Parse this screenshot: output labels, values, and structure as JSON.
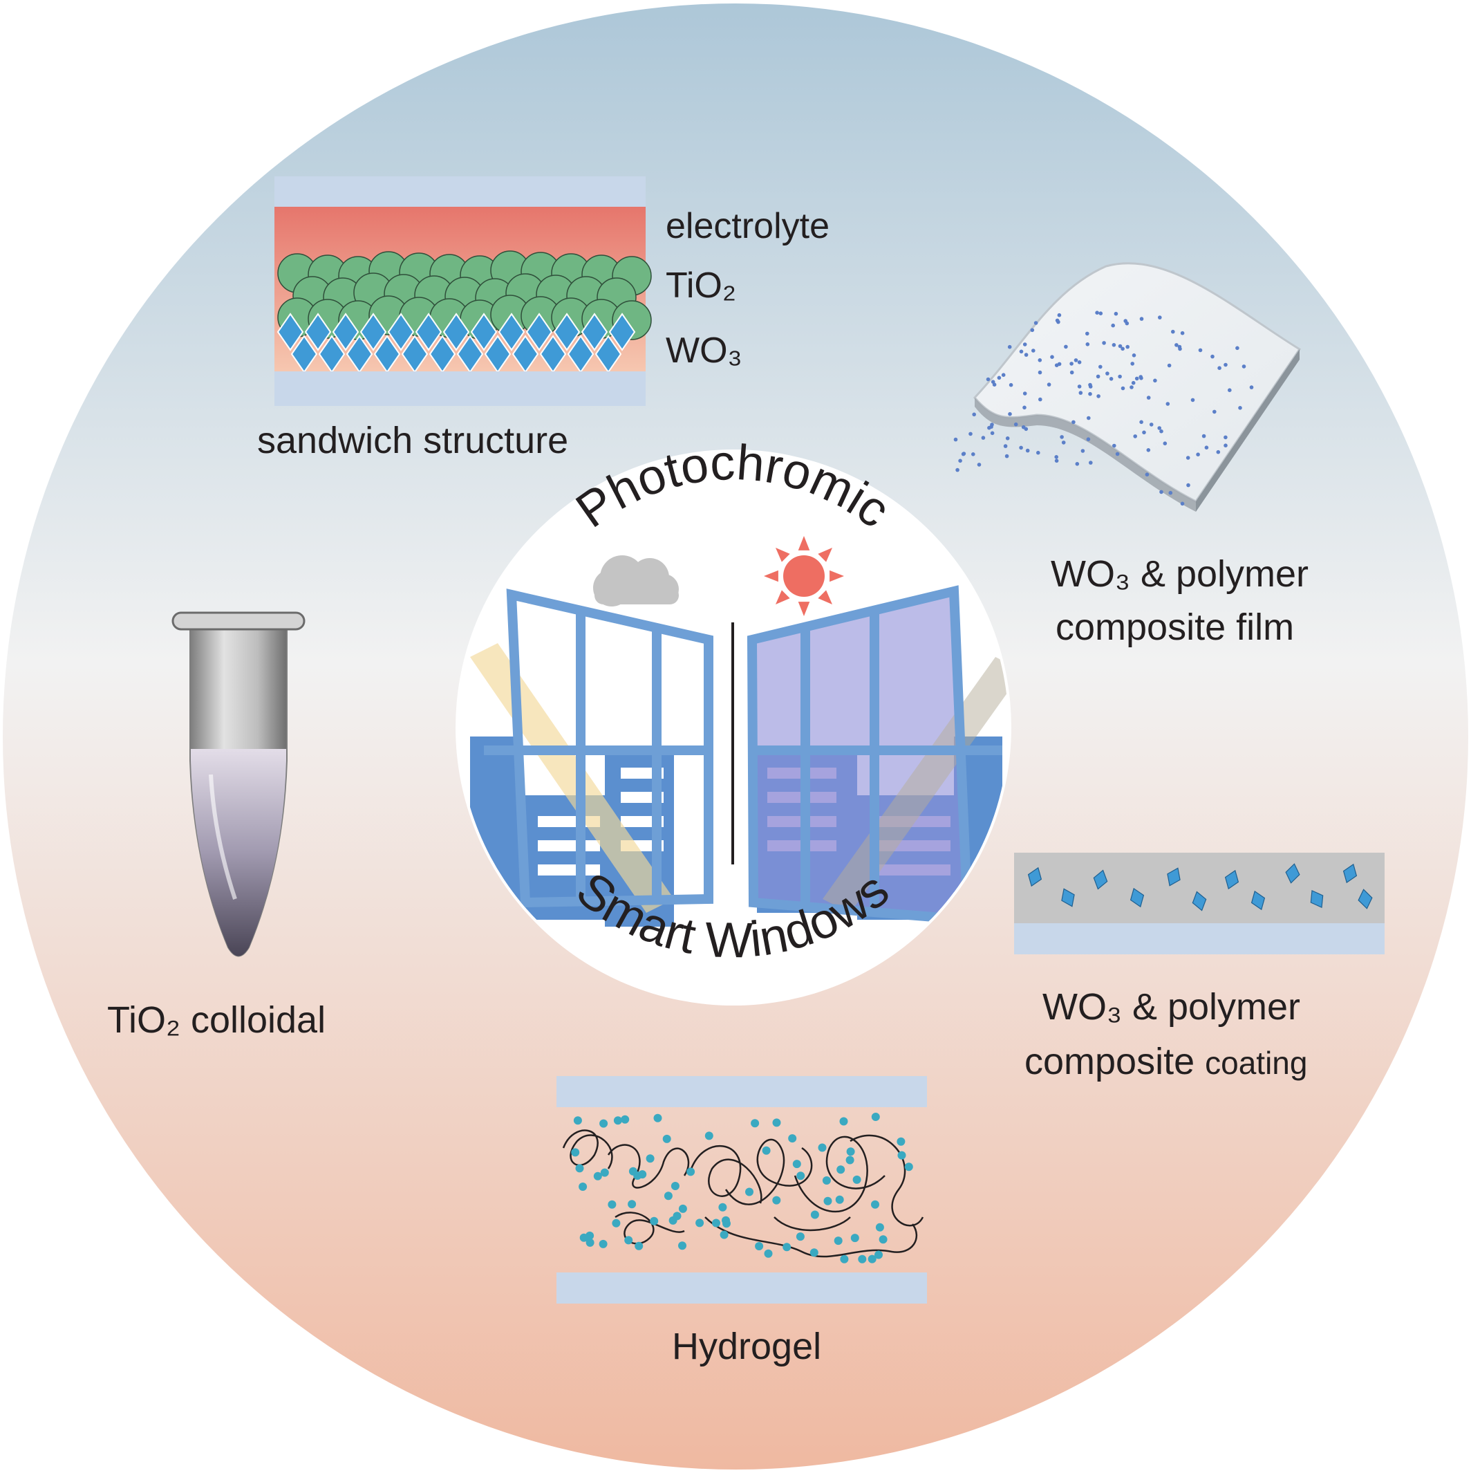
{
  "center": {
    "arc_top": "Photochromic",
    "arc_bottom": "Smart Windows"
  },
  "sandwich": {
    "layers": {
      "electrolyte": "electrolyte",
      "tio2": "TiO₂",
      "wo3": "WO₃"
    },
    "caption": "sandwich structure"
  },
  "film": {
    "caption_line1": "WO₃ & polymer",
    "caption_line2": "composite film"
  },
  "tube": {
    "caption": "TiO₂ colloidal"
  },
  "coating": {
    "caption_line1": "WO₃ & polymer",
    "caption_line2_main": "composite",
    "caption_line2_small": "coating"
  },
  "hydrogel": {
    "caption": "Hydrogel"
  },
  "colors": {
    "bg_top": "#adc7d8",
    "bg_mid": "#f3f3f3",
    "bg_bottom": "#efb9a1",
    "tio2_green": "#6fb683",
    "wo3_blue": "#3f9ad6",
    "electrolyte_red": "#e67a6f",
    "substrate": "#c8d7ea",
    "window_frame": "#5b8fcf",
    "tint_purple": "#8f8fd8",
    "sun": "#ee6e62",
    "cloud": "#c4c4c4",
    "dot_cyan": "#3aa9c1"
  }
}
